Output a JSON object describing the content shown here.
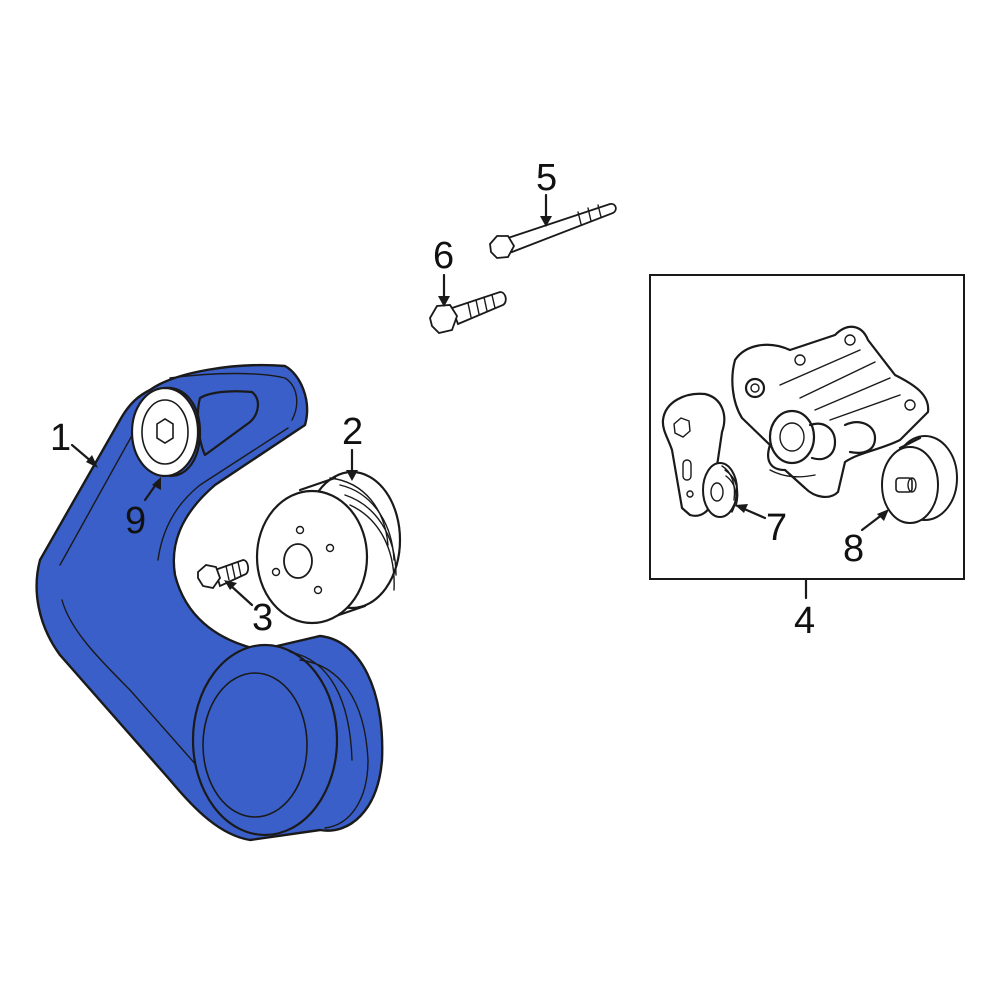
{
  "diagram": {
    "colors": {
      "belt_highlight": "#3a5fc8",
      "line_art": "#1a1a1a",
      "background": "#ffffff"
    },
    "callouts": [
      {
        "id": "1",
        "label": "1",
        "part": "serpentine-belt"
      },
      {
        "id": "2",
        "label": "2",
        "part": "pulley"
      },
      {
        "id": "3",
        "label": "3",
        "part": "pulley-bolt"
      },
      {
        "id": "4",
        "label": "4",
        "part": "tensioner-bracket-assembly"
      },
      {
        "id": "5",
        "label": "5",
        "part": "long-bolt"
      },
      {
        "id": "6",
        "label": "6",
        "part": "short-bolt"
      },
      {
        "id": "7",
        "label": "7",
        "part": "belt-tensioner"
      },
      {
        "id": "8",
        "label": "8",
        "part": "idler-pulley"
      },
      {
        "id": "9",
        "label": "9",
        "part": "belt-idler-pulley"
      }
    ]
  }
}
